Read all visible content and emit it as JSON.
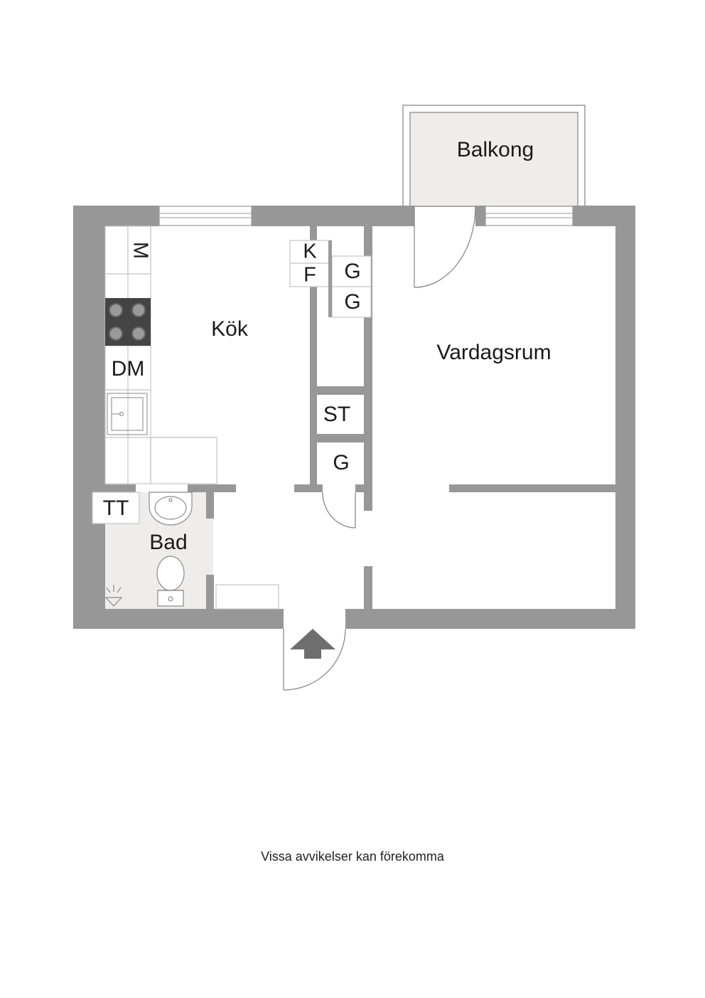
{
  "rooms": {
    "balcony": "Balkong",
    "kitchen": "Kök",
    "living_room": "Vardagsrum",
    "bathroom": "Bad"
  },
  "fixtures": {
    "microwave": "M",
    "dishwasher": "DM",
    "fridge": "K",
    "freezer": "F",
    "closet_1": "G",
    "closet_2": "G",
    "storage": "ST",
    "closet_3": "G",
    "washer": "TT"
  },
  "footer": {
    "disclaimer": "Vissa avvikelser kan förekomma"
  },
  "colors": {
    "wall": "#979797",
    "balcony_fill": "#efede9",
    "bathroom_fill": "#efede9",
    "stove": "#444444",
    "line": "#8a8a8a"
  }
}
